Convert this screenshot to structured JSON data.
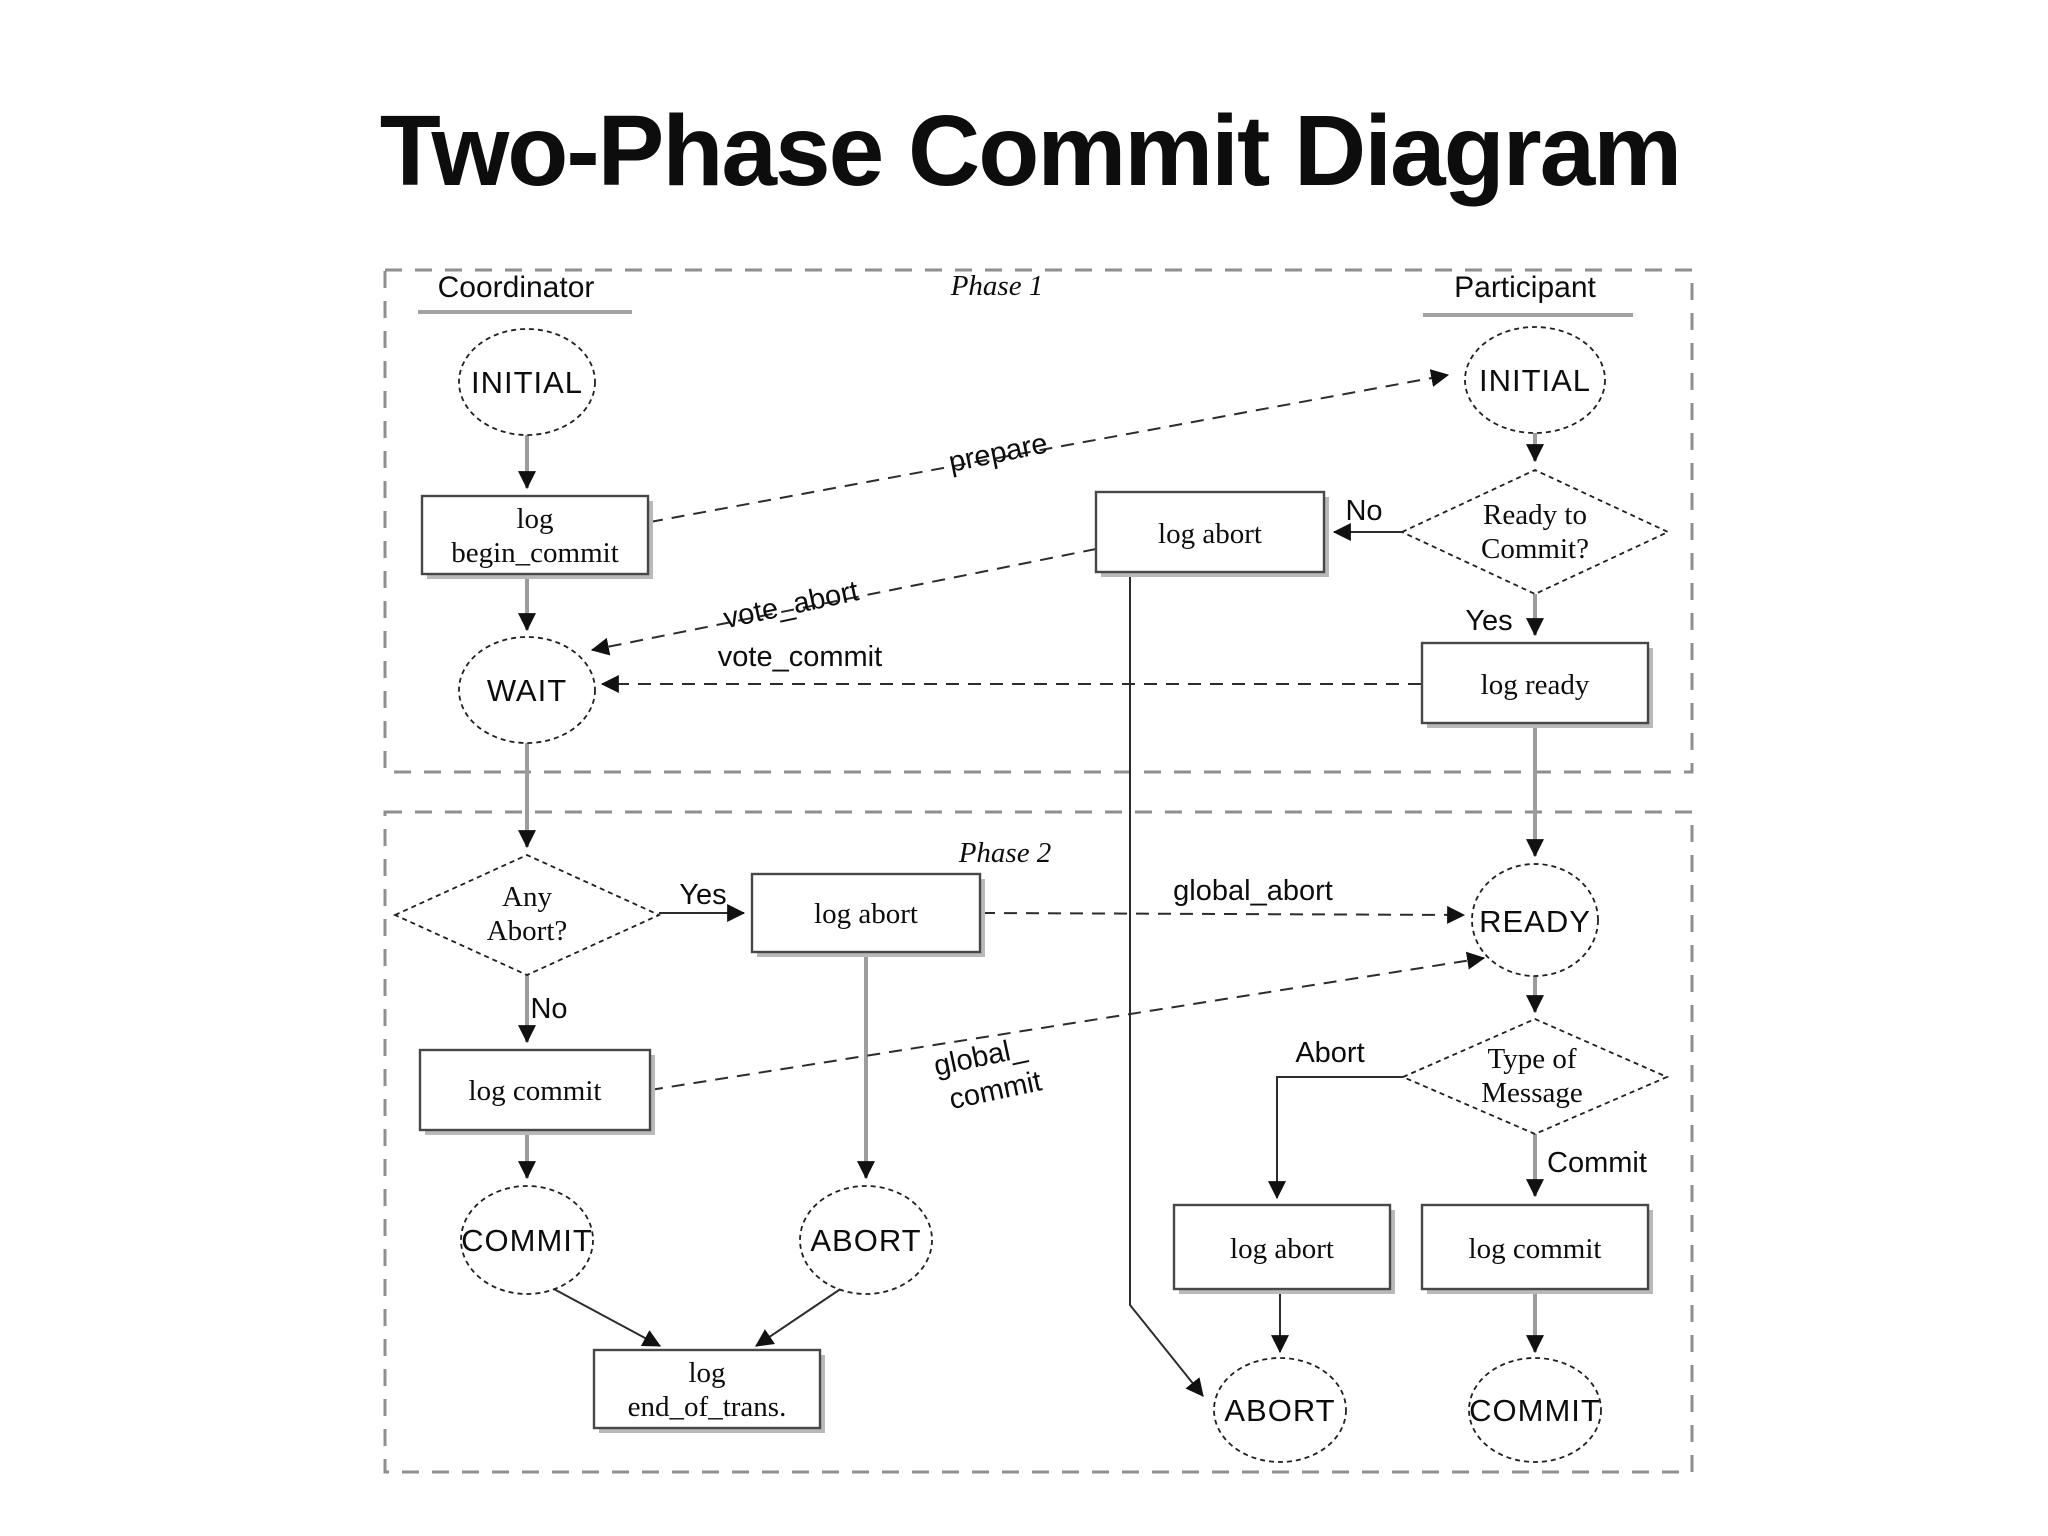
{
  "title": "Two-Phase Commit Diagram",
  "colors": {
    "background": "#ffffff",
    "flow_line_gray": "#9c9c9c",
    "dark_line": "#2c2c2c",
    "phase_border_gray": "#8f8f8f",
    "box_shadow_gray": "#b9b9b9"
  },
  "diagram": {
    "phase1_label": "Phase 1",
    "phase2_label": "Phase 2",
    "coordinator_lane": "Coordinator",
    "participant_lane": "Participant",
    "coordinator": {
      "initial": "INITIAL",
      "log_begin_commit": [
        "log",
        "begin_commit"
      ],
      "wait": "WAIT",
      "any_abort": [
        "Any",
        "Abort?"
      ],
      "any_abort_yes": "Yes",
      "any_abort_no": "No",
      "log_abort": "log abort",
      "log_commit": "log commit",
      "commit_state": "COMMIT",
      "abort_state": "ABORT",
      "log_end_of_trans": [
        "log",
        "end_of_trans."
      ]
    },
    "participant": {
      "initial": "INITIAL",
      "ready_to_commit": [
        "Ready to",
        "Commit?"
      ],
      "ready_no": "No",
      "ready_yes": "Yes",
      "log_abort_phase1": "log abort",
      "log_ready": "log ready",
      "ready_state": "READY",
      "type_of_message": [
        "Type of",
        "Message"
      ],
      "type_abort": "Abort",
      "type_commit": "Commit",
      "log_abort_phase2": "log abort",
      "log_commit": "log commit",
      "abort_state": "ABORT",
      "commit_state": "COMMIT"
    },
    "messages": {
      "prepare": "prepare",
      "vote_abort": "vote_abort",
      "vote_commit": "vote_commit",
      "global_abort": "global_abort",
      "global_commit": [
        "global_",
        "commit"
      ]
    }
  }
}
